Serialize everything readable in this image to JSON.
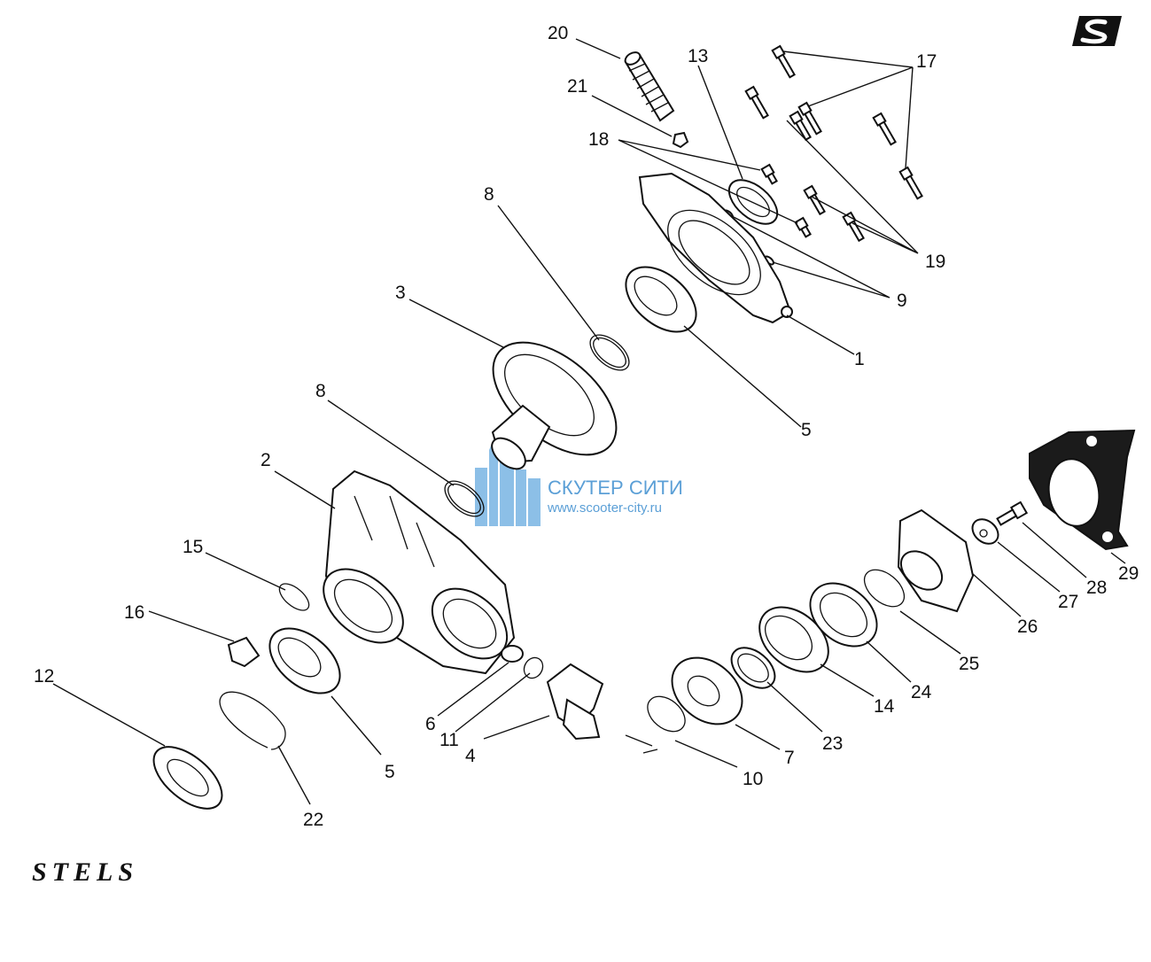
{
  "watermark": {
    "title": "СКУТЕР СИТИ",
    "url": "www.scooter-city.ru",
    "color": "#3f8fd0"
  },
  "brand": {
    "logo_text": "STELS",
    "corner_logo_icon": "stels-s-badge-icon"
  },
  "callouts": [
    "1",
    "2",
    "3",
    "4",
    "5",
    "5",
    "6",
    "7",
    "8",
    "8",
    "9",
    "10",
    "11",
    "12",
    "13",
    "14",
    "15",
    "16",
    "17",
    "18",
    "19",
    "20",
    "21",
    "22",
    "23",
    "24",
    "25",
    "26",
    "27",
    "28",
    "29"
  ]
}
